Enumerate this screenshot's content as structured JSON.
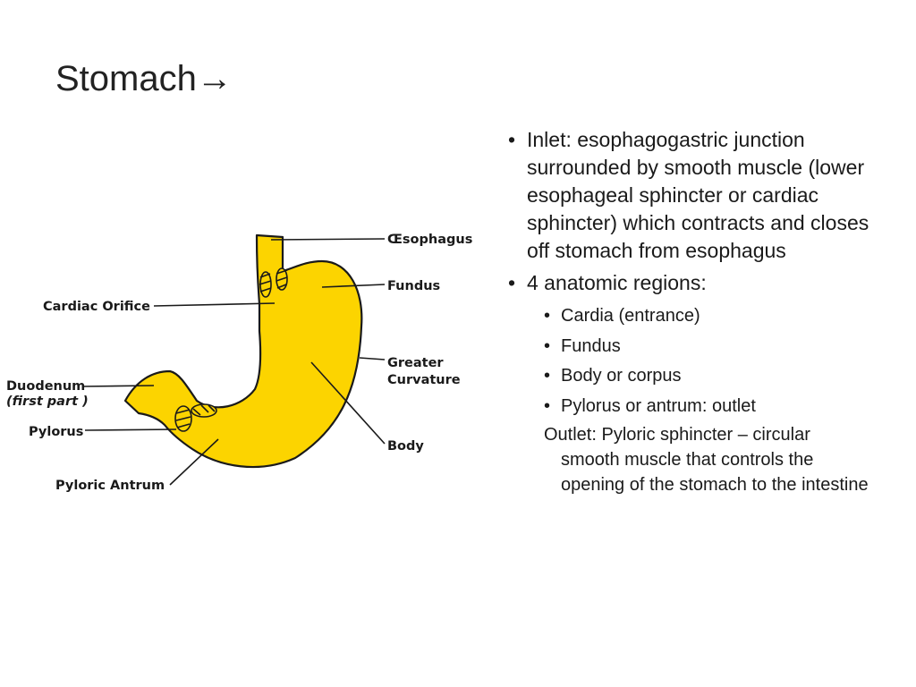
{
  "slide": {
    "title": "Stomach→"
  },
  "figure": {
    "labels": {
      "esophagus": "Œsophagus",
      "fundus": "Fundus",
      "cardiac_orifice": "Cardiac Orifice",
      "greater_curvature_1": "Greater",
      "greater_curvature_2": "Curvature",
      "duodenum_1": "Duodenum",
      "duodenum_2": "(first part )",
      "pylorus": "Pylorus",
      "body": "Body",
      "pyloric_antrum": "Pyloric Antrum"
    },
    "colors": {
      "stomach_fill": "#fcd400",
      "outline": "#1a1a1a"
    }
  },
  "content": {
    "bullet_char": "•",
    "inlet": "Inlet: esophagogastric junction surrounded by smooth muscle (lower esophageal sphincter or cardiac sphincter) which contracts and closes off stomach from esophagus",
    "regions_heading": "4 anatomic regions:",
    "regions": [
      "Cardia (entrance)",
      "Fundus",
      "Body or corpus",
      "Pylorus or antrum: outlet"
    ],
    "outlet_note": "Outlet: Pyloric sphincter – circular smooth muscle that controls the opening of the stomach to the intestine"
  }
}
